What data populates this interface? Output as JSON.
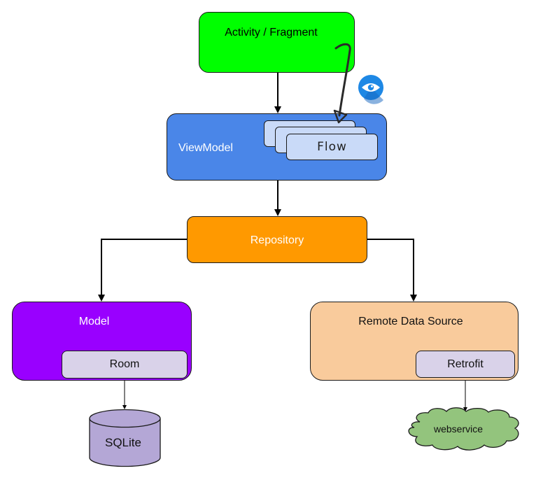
{
  "diagram": {
    "nodes": {
      "activity": {
        "label": "Activity / Fragment",
        "color": "#00ff00"
      },
      "viewmodel": {
        "label": "ViewModel",
        "color": "#4a86e8"
      },
      "flow": {
        "label": "Flow",
        "color": "#c9daf8",
        "stack_count": 3
      },
      "repository": {
        "label": "Repository",
        "color": "#ff9900"
      },
      "model": {
        "label": "Model",
        "color": "#9900ff"
      },
      "room": {
        "label": "Room",
        "color": "#d9d2e9"
      },
      "remote": {
        "label": "Remote Data Source",
        "color": "#f9cb9c"
      },
      "retrofit": {
        "label": "Retrofit",
        "color": "#d9d2e9"
      },
      "sqlite": {
        "label": "SQLite",
        "color": "#b4a7d6"
      },
      "webservice": {
        "label": "webservice",
        "color": "#93c47d"
      }
    },
    "edges": [
      {
        "from": "activity",
        "to": "viewmodel"
      },
      {
        "from": "viewmodel",
        "to": "repository"
      },
      {
        "from": "repository",
        "to": "model"
      },
      {
        "from": "repository",
        "to": "remote"
      },
      {
        "from": "room",
        "to": "sqlite"
      },
      {
        "from": "retrofit",
        "to": "webservice"
      },
      {
        "from": "activity",
        "to": "flow",
        "style": "hand-drawn observe"
      }
    ],
    "icons": {
      "observe": "eye-icon",
      "observe_color": "#1e88e5"
    }
  }
}
